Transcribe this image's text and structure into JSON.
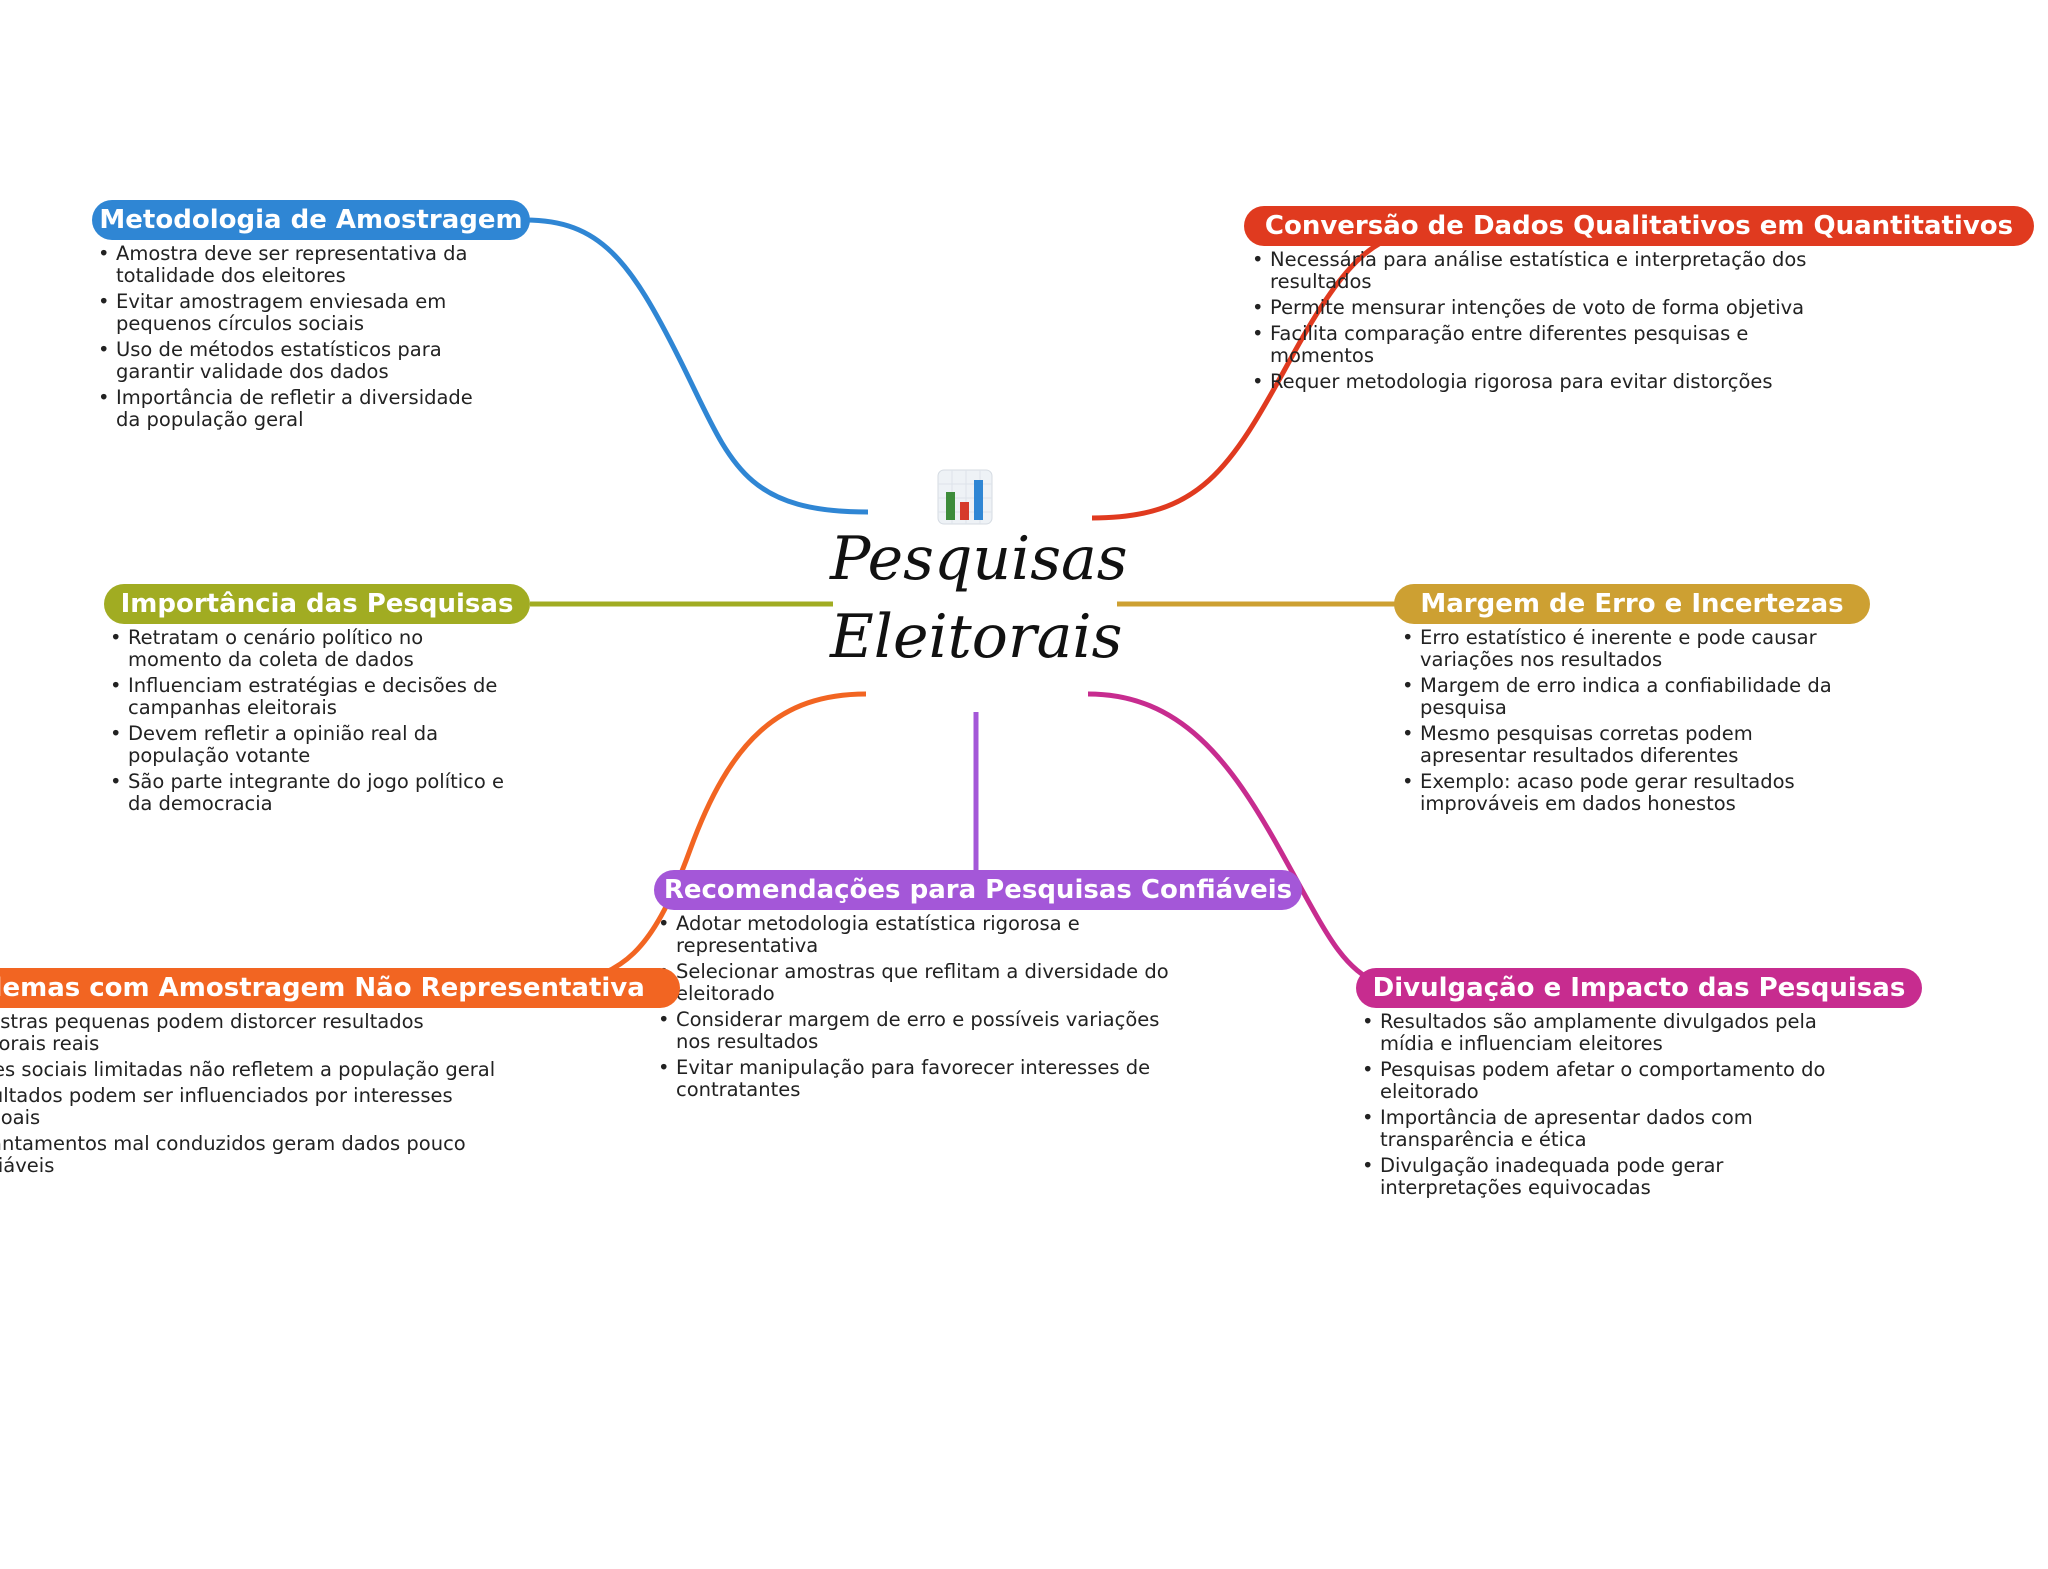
{
  "center": {
    "title_line1": "Pesquisas",
    "title_line2": "Eleitorais",
    "icon": "bar-chart-icon"
  },
  "branches": {
    "metodologia": {
      "title": "Metodologia de Amostragem",
      "color": "#2f86d4",
      "items": [
        "Amostra deve ser representativa da totalidade dos eleitores",
        "Evitar amostragem enviesada em pequenos círculos sociais",
        "Uso de métodos estatísticos para garantir validade dos dados",
        "Importância de refletir a diversidade da população geral"
      ]
    },
    "conversao": {
      "title": "Conversão de Dados Qualitativos em Quantitativos",
      "color": "#e03a1f",
      "items": [
        "Necessária para análise estatística e interpretação dos resultados",
        "Permite mensurar intenções de voto de forma objetiva",
        "Facilita comparação entre diferentes pesquisas e momentos",
        "Requer metodologia rigorosa para evitar distorções"
      ]
    },
    "importancia": {
      "title": "Importância das Pesquisas",
      "color": "#a1ac22",
      "items": [
        "Retratam o cenário político no momento da coleta de dados",
        "Influenciam estratégias e decisões de campanhas eleitorais",
        "Devem refletir a opinião real da população votante",
        "São parte integrante do jogo político e da democracia"
      ]
    },
    "margem": {
      "title": "Margem de Erro e Incertezas",
      "color": "#cda032",
      "items": [
        "Erro estatístico é inerente e pode causar variações nos resultados",
        "Margem de erro indica a confiabilidade da pesquisa",
        "Mesmo pesquisas corretas podem apresentar resultados diferentes",
        "Exemplo: acaso pode gerar resultados improváveis em dados honestos"
      ]
    },
    "recomendacoes": {
      "title": "Recomendações para Pesquisas Confiáveis",
      "color": "#a457d8",
      "items": [
        "Adotar metodologia estatística rigorosa e representativa",
        "Selecionar amostras que reflitam a diversidade do eleitorado",
        "Considerar margem de erro e possíveis variações nos resultados",
        "Evitar manipulação para favorecer interesses de contratantes"
      ]
    },
    "problemas": {
      "title": "Problemas com Amostragem Não Representativa",
      "color": "#f26522",
      "items": [
        "Amostras pequenas podem distorcer resultados eleitorais reais",
        "Redes sociais limitadas não refletem a população geral",
        "Resultados podem ser influenciados por interesses pessoais",
        "Levantamentos mal conduzidos geram dados pouco confiáveis"
      ]
    },
    "divulgacao": {
      "title": "Divulgação e Impacto das Pesquisas",
      "color": "#c72c8f",
      "items": [
        "Resultados são amplamente divulgados pela mídia e influenciam eleitores",
        "Pesquisas podem afetar o comportamento do eleitorado",
        "Importância de apresentar dados com transparência e ética",
        "Divulgação inadequada pode gerar interpretações equivocadas"
      ]
    }
  }
}
